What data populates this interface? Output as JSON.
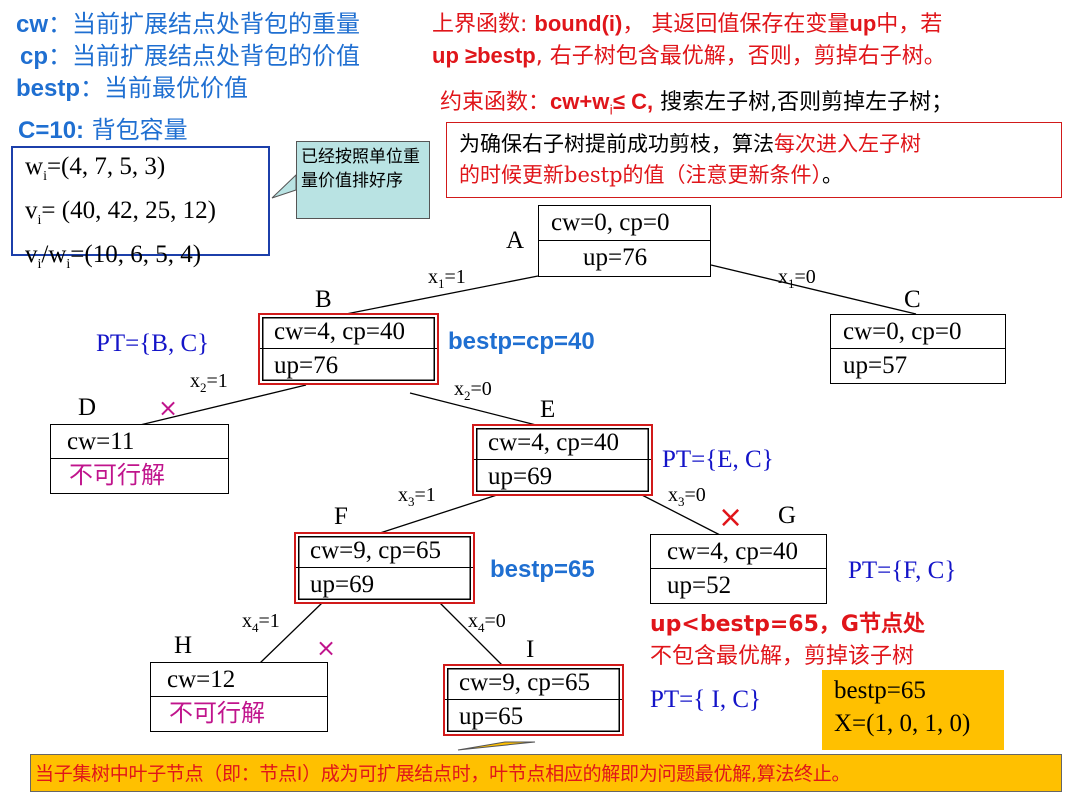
{
  "legend": {
    "cw": {
      "key": "cw",
      "desc": "：当前扩展结点处背包的重量"
    },
    "cp": {
      "key": "cp",
      "desc": "：当前扩展结点处背包的价值"
    },
    "bestp": {
      "key": "bestp",
      "desc": "：当前最优价值"
    },
    "capacity": {
      "key": "C=10:",
      "desc": " 背包容量"
    }
  },
  "items_box": {
    "w_prefix": "w",
    "w_sub": "i",
    "w_value": "=(4, 7, 5, 3)",
    "v_prefix": "v",
    "v_sub": "i",
    "v_value": "= (40, 42, 25, 12)",
    "vw_prefix": "v",
    "vw_sub": "i",
    "vw_mid": "/w",
    "vw_sub2": "i",
    "vw_value": "=(10, 6, 5, 4)"
  },
  "callout_sorted": "已经按照单位重量价值排好序",
  "bound_text": {
    "line1_a": "上界函数: ",
    "line1_b": "bound(i)",
    "line1_c": "， 其返回值保存在变量",
    "line1_d": "up",
    "line1_e": "中，若",
    "line2_a": "up ≥bestp",
    "line2_b": ", 右子树包含最优解，否则，剪掉右子树。"
  },
  "constraint_text": {
    "a": "约束函数：",
    "b": "cw+w",
    "b_sub": "i",
    "c": "≤ C,",
    "d": " 搜索左子树,否则剪掉左子树；"
  },
  "note_box": {
    "line1_a": "为确保右子树提前成功剪枝，算法",
    "line1_b": "每次进入左子树",
    "line2_a": "的时候更新bestp的值（注意更新条件）",
    "line2_b": "。"
  },
  "nodes": {
    "A": {
      "label": "A",
      "row1": "cw=0, cp=0",
      "row2": "up=76"
    },
    "B": {
      "label": "B",
      "row1": "cw=4, cp=40",
      "row2": "up=76"
    },
    "C": {
      "label": "C",
      "row1": "cw=0, cp=0",
      "row2": "up=57"
    },
    "D": {
      "label": "D",
      "row1": "cw=11",
      "row2": "不可行解"
    },
    "E": {
      "label": "E",
      "row1": "cw=4, cp=40",
      "row2": "up=69"
    },
    "F": {
      "label": "F",
      "row1": "cw=9, cp=65",
      "row2": "up=69"
    },
    "G": {
      "label": "G",
      "row1": "cw=4, cp=40",
      "row2": "up=52"
    },
    "H": {
      "label": "H",
      "row1": "cw=12",
      "row2": "不可行解"
    },
    "I": {
      "label": "I",
      "row1": "cw=9, cp=65",
      "row2": "up=65"
    }
  },
  "edges": {
    "AB": {
      "var": "x",
      "sub": "1",
      "val": "=1"
    },
    "AC": {
      "var": "x",
      "sub": "1",
      "val": "=0"
    },
    "BD": {
      "var": "x",
      "sub": "2",
      "val": "=1"
    },
    "BE": {
      "var": "x",
      "sub": "2",
      "val": "=0"
    },
    "EF": {
      "var": "x",
      "sub": "3",
      "val": "=1"
    },
    "EG": {
      "var": "x",
      "sub": "3",
      "val": "=0"
    },
    "FH": {
      "var": "x",
      "sub": "4",
      "val": "=1"
    },
    "FI": {
      "var": "x",
      "sub": "4",
      "val": "=0"
    }
  },
  "annotations": {
    "pt_bc": "PT={B, C}",
    "pt_ec": "PT={E, C}",
    "pt_fc": "PT={F, C}",
    "pt_ic": "PT={ I, C}",
    "bestp40": "bestp=cp=40",
    "bestp65": "bestp=65",
    "prune_g_line1": "up<bestp=65，G节点处",
    "prune_g_line2": "不包含最优解，剪掉该子树",
    "cross": "×"
  },
  "result_box": {
    "line1": "bestp=65",
    "line2": "X=(1, 0, 1, 0)"
  },
  "bottom_banner": "当子集树中叶子节点（即：节点I）成为可扩展结点时，叶节点相应的解即为问题最优解,算法终止。",
  "colors": {
    "blue": "#1f6fd1",
    "red": "#e0151a",
    "navy": "#1414c8",
    "magenta": "#c0148c",
    "callout_bg": "#b9e3e3",
    "result_bg": "#ffc000",
    "banner_bg": "#ffc000"
  }
}
